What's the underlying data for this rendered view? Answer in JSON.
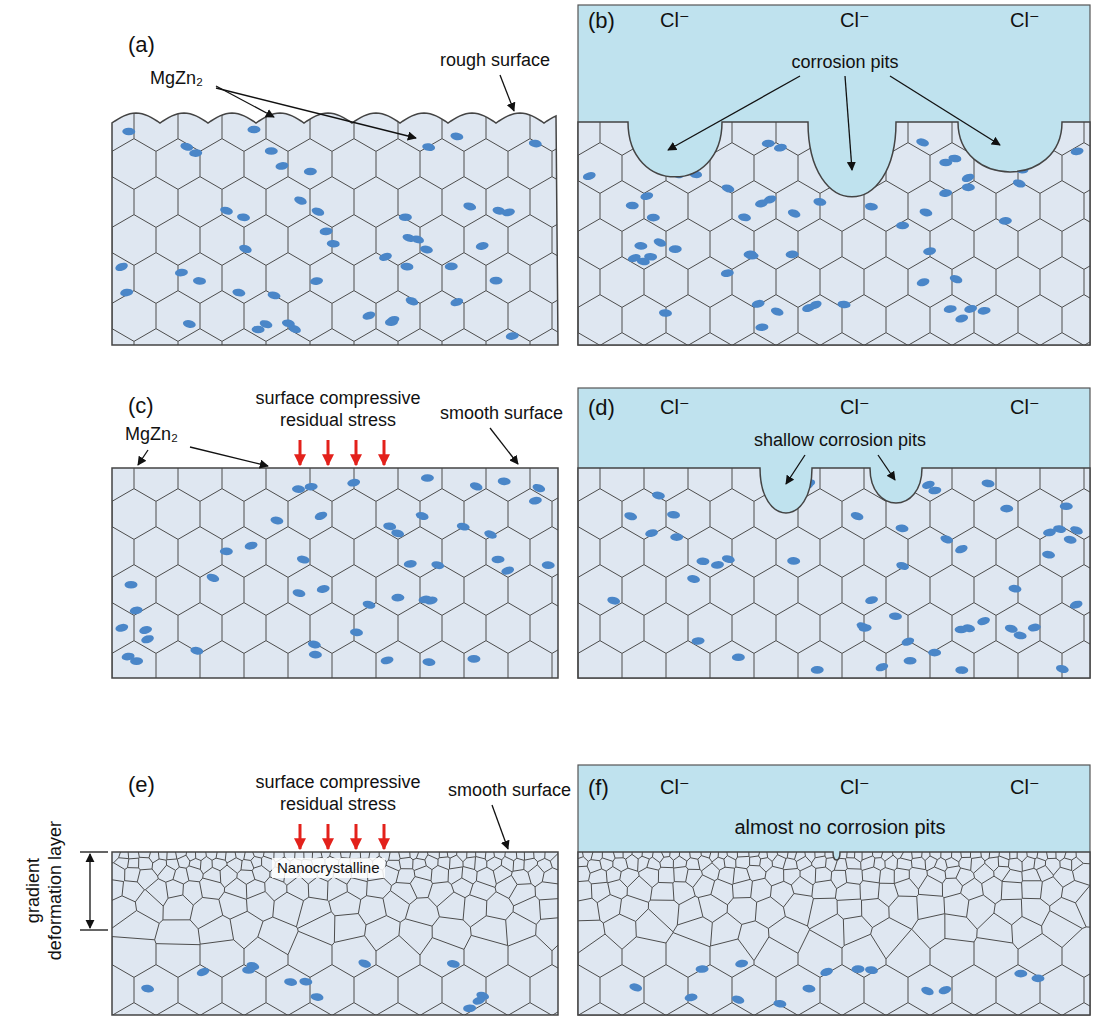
{
  "diagram": {
    "nodes": [
      {
        "text": [
          "Nanocrystalline"
        ]
      }
    ],
    "labels": [
      "(a)",
      "MgZn₂",
      "rough surface",
      "(b)",
      "Cl⁻",
      "Cl⁻",
      "Cl⁻",
      "corrosion pits",
      "(c)",
      "surface compressive residual stress",
      "MgZn₂",
      "smooth surface",
      "(d)",
      "Cl⁻",
      "Cl⁻",
      "Cl⁻",
      "shallow corrosion pits",
      "(e)",
      "surface compressive residual stress",
      "smooth surface",
      "(f)",
      "Cl⁻",
      "Cl⁻",
      "Cl⁻",
      "almost no corrosion pits",
      "gradient deformation layer"
    ]
  }
}
